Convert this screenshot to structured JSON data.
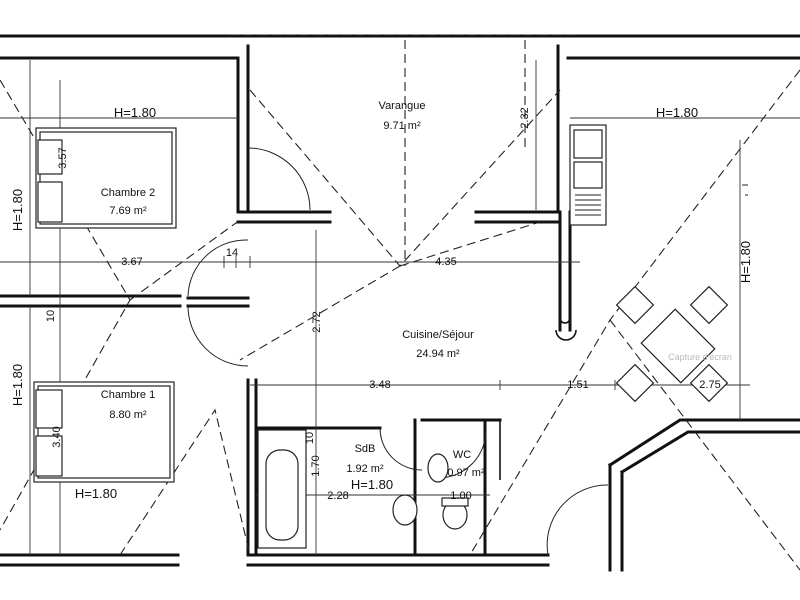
{
  "rooms": {
    "varangue": {
      "name": "Varangue",
      "area": "9.71 m²"
    },
    "chambre2": {
      "name": "Chambre 2",
      "area": "7.69 m²"
    },
    "chambre1": {
      "name": "Chambre 1",
      "area": "8.80 m²"
    },
    "cuisine": {
      "name": "Cuisine/Séjour",
      "area": "24.94 m²"
    },
    "sdb": {
      "name": "SdB",
      "area": "1.92 m²"
    },
    "wc": {
      "name": "WC",
      "area": "0.97 m²"
    }
  },
  "heights": {
    "top_left": "H=1.80",
    "top_right": "H=1.80",
    "left_upper": "H=1.80",
    "left_lower": "H=1.80",
    "right_vertical": "H=1.80",
    "bottom_left": "H=1.80",
    "bottom_mid": "H=1.80"
  },
  "dimensions": {
    "d_357": "3.57",
    "d_367": "3.67",
    "d_14": "14",
    "d_435": "4.35",
    "d_232": "2.32",
    "d_10_left": "10",
    "d_272": "2.72",
    "d_348": "3.48",
    "d_151": "1.51",
    "d_275": "2.75",
    "d_10_mid": "10",
    "d_170": "1.70",
    "d_228": "2.28",
    "d_100": "1.00",
    "d_340": "3.40"
  },
  "watermark": "Capture d'écran"
}
